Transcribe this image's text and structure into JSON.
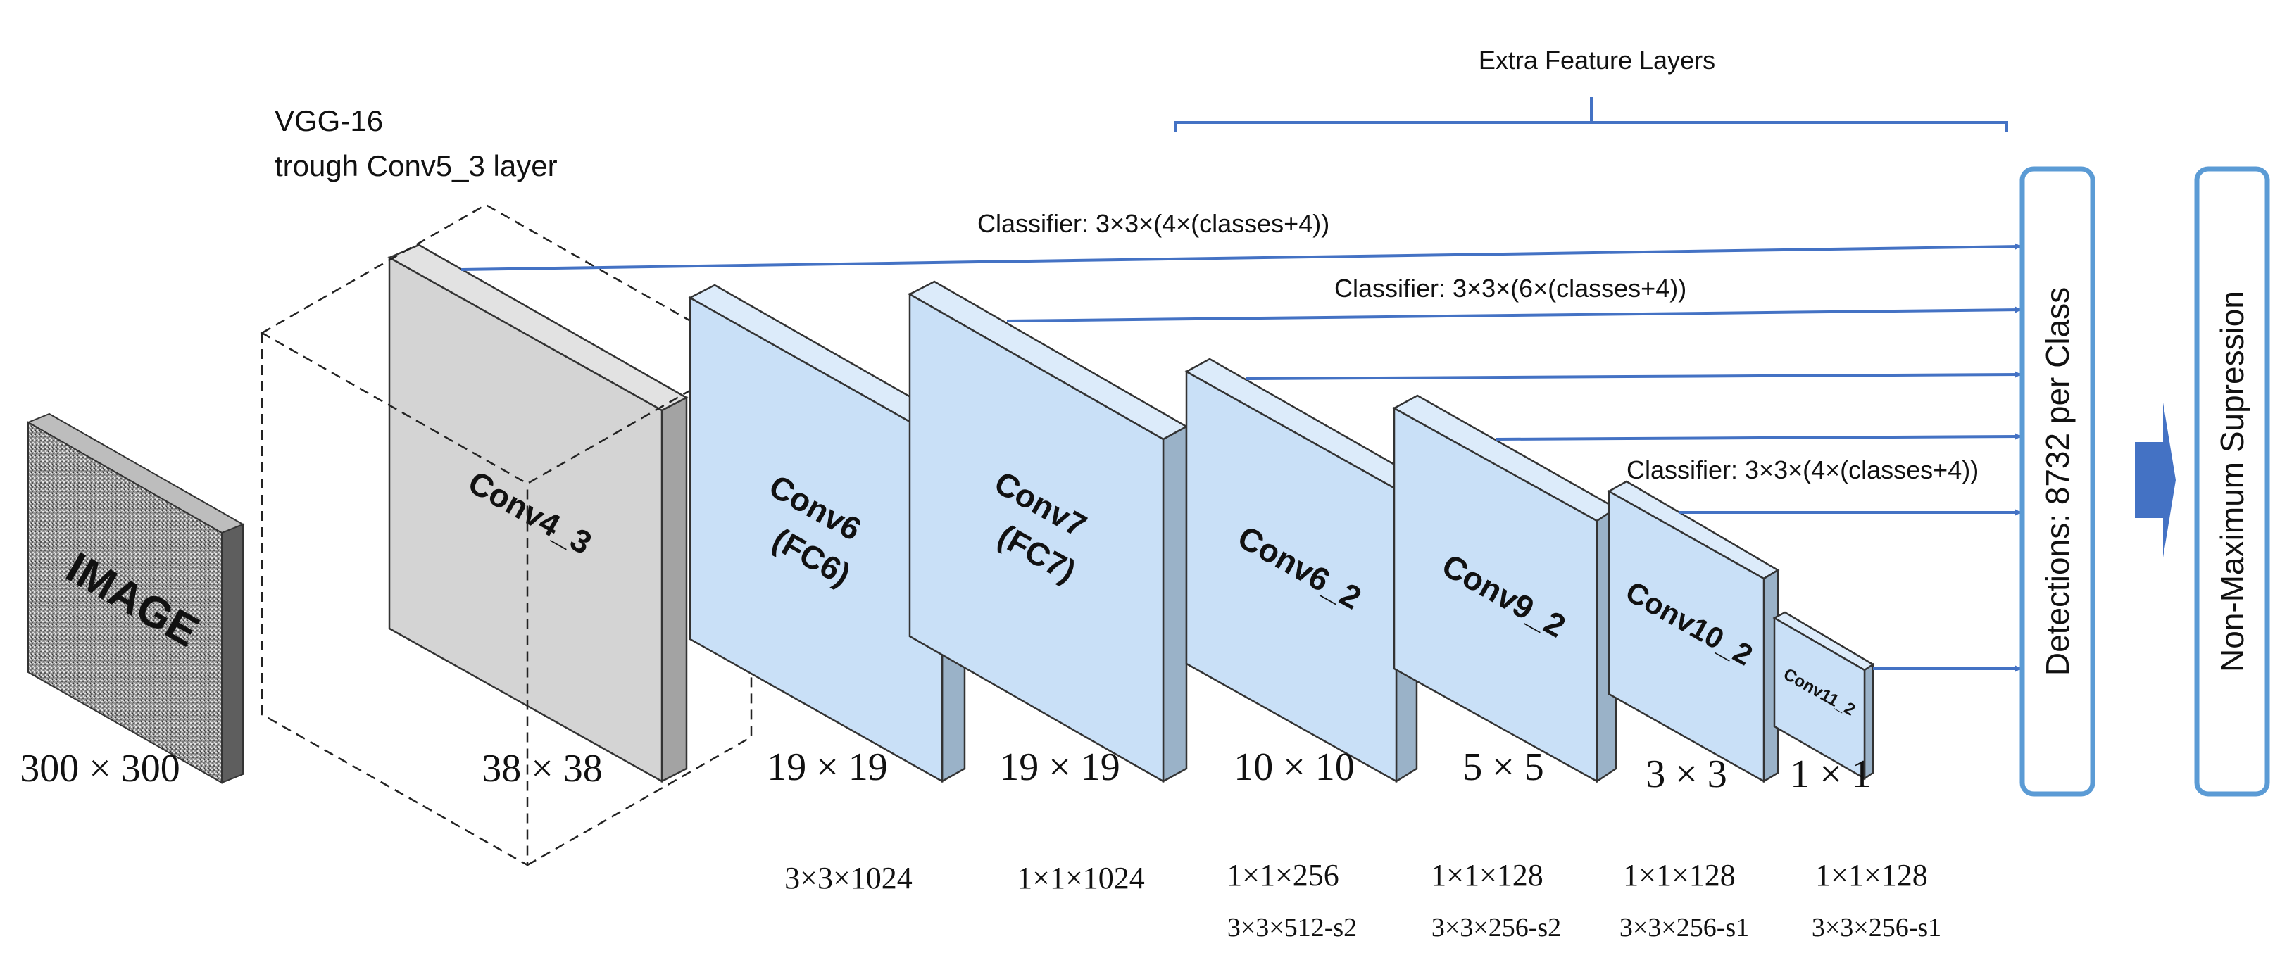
{
  "header": {
    "extra_layers": "Extra Feature Layers",
    "vgg_line1": "VGG-16",
    "vgg_line2": "trough Conv5_3 layer"
  },
  "classifiers": {
    "c1": "Classifier: 3×3×(4×(classes+4))",
    "c2": "Classifier: 3×3×(6×(classes+4))",
    "c3": "Classifier: 3×3×(4×(classes+4))"
  },
  "blocks": {
    "image": {
      "label": "IMAGE",
      "size": "300 × 300"
    },
    "conv4_3": {
      "label": "Conv4_3",
      "size": "38 × 38"
    },
    "conv6": {
      "label1": "Conv6",
      "label2": "(FC6)",
      "size": "19 × 19",
      "kernel": "3×3×1024"
    },
    "conv7": {
      "label1": "Conv7",
      "label2": "(FC7)",
      "size": "19 × 19",
      "kernel": "1×1×1024"
    },
    "conv8_2": {
      "label": "Conv6_2",
      "size": "10 × 10",
      "kernel1": "1×1×256",
      "kernel2": "3×3×512-s2"
    },
    "conv9_2": {
      "label": "Conv9_2",
      "size": "5 × 5",
      "kernel1": "1×1×128",
      "kernel2": "3×3×256-s2"
    },
    "conv10_2": {
      "label": "Conv10_2",
      "size": "3 × 3",
      "kernel1": "1×1×128",
      "kernel2": "3×3×256-s1"
    },
    "conv11_2": {
      "label": "Conv11_2",
      "size": "1 × 1",
      "kernel1": "1×1×128",
      "kernel2": "3×3×256-s1"
    }
  },
  "outputs": {
    "detections": "Detections: 8732 per Class",
    "nms": "Non-Maximum Supression"
  },
  "colors": {
    "arrow": "#4472c4",
    "box_border": "#5b9bd5",
    "layer_fill": "#c9e0f7",
    "vgg_fill": "#d4d4d4"
  }
}
